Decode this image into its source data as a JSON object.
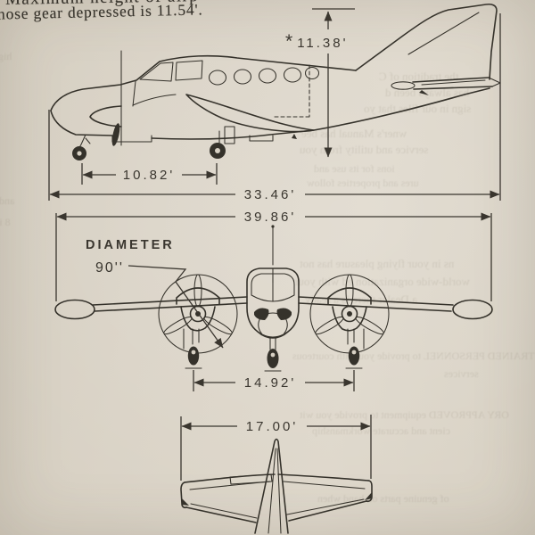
{
  "colors": {
    "paper": "#d8d1c4",
    "ink": "#35322b",
    "dim_ink": "#3a362f",
    "ghost": "#6d6452"
  },
  "document": {
    "heading": {
      "line1_fragment": "Maximum height of airp",
      "line2": "nose gear depressed is 11.54'."
    },
    "figure_type": "aircraft three-view dimensional drawing",
    "dimensions": {
      "tail_height": {
        "prefix": "*",
        "value": "11.38'"
      },
      "wheelbase": "10.82'",
      "overall_length": "33.46'",
      "wingspan": "39.86'",
      "propeller": {
        "label_line1": "DIAMETER",
        "label_line2": "90''"
      },
      "wheel_track": "14.92'",
      "stabilizer_span": "17.00'"
    },
    "bleedthrough_fragments": [
      {
        "text": "the tradition of C"
      },
      {
        "text": "has always been d"
      },
      {
        "text": "sign in our files that yo"
      },
      {
        "text": "wner's Manual has bee"
      },
      {
        "text": "service and utility from you"
      },
      {
        "text": "ions for its use and"
      },
      {
        "text": "ures and properties follow"
      },
      {
        "text": "ns in your flying pleasure has not"
      },
      {
        "text": "world-wide organization ed with your"
      },
      {
        "text": "a Dealer there is a ready"
      },
      {
        "text": "TORY TRAINED PERSONNEL to provide you with courteous"
      },
      {
        "text": "services"
      },
      {
        "text": "ORY APPROVED equipment to provide you wit"
      },
      {
        "text": "cient and accurate workmanship"
      },
      {
        "text": "of genuine parts on hand when"
      },
      {
        "text": "high"
      },
      {
        "text": "and is"
      },
      {
        "text": "8 ii"
      }
    ]
  }
}
